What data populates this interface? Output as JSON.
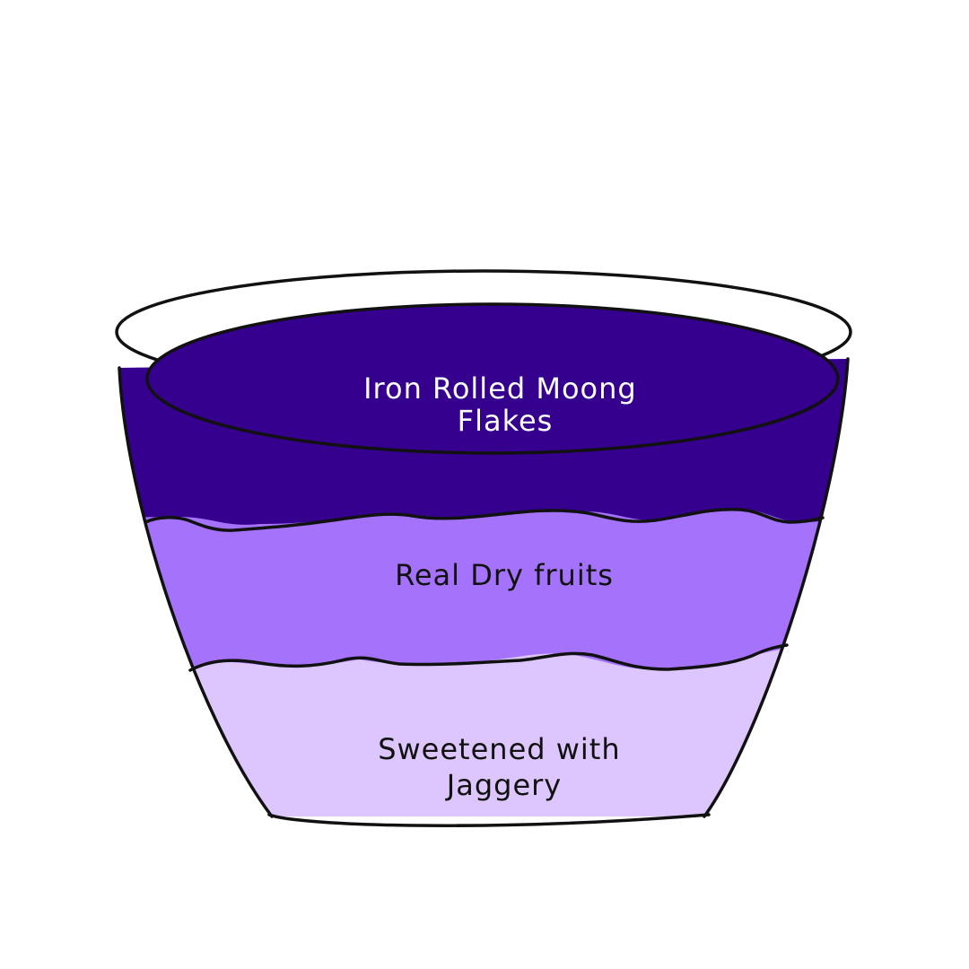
{
  "layers": [
    {
      "id": "top",
      "label_lines": [
        "Iron Rolled Moong",
        "Flakes"
      ],
      "color": "#36008f",
      "text_color": "#ffffff"
    },
    {
      "id": "middle",
      "label_lines": [
        "Real Dry fruits"
      ],
      "color": "#a573fb",
      "text_color": "#111111"
    },
    {
      "id": "bottom",
      "label_lines": [
        "Sweetened with",
        "Jaggery"
      ],
      "color": "#dcc6fd",
      "text_color": "#111111"
    }
  ],
  "bowl": {
    "rim_color": "#ffffff",
    "outline_color": "#111111"
  }
}
